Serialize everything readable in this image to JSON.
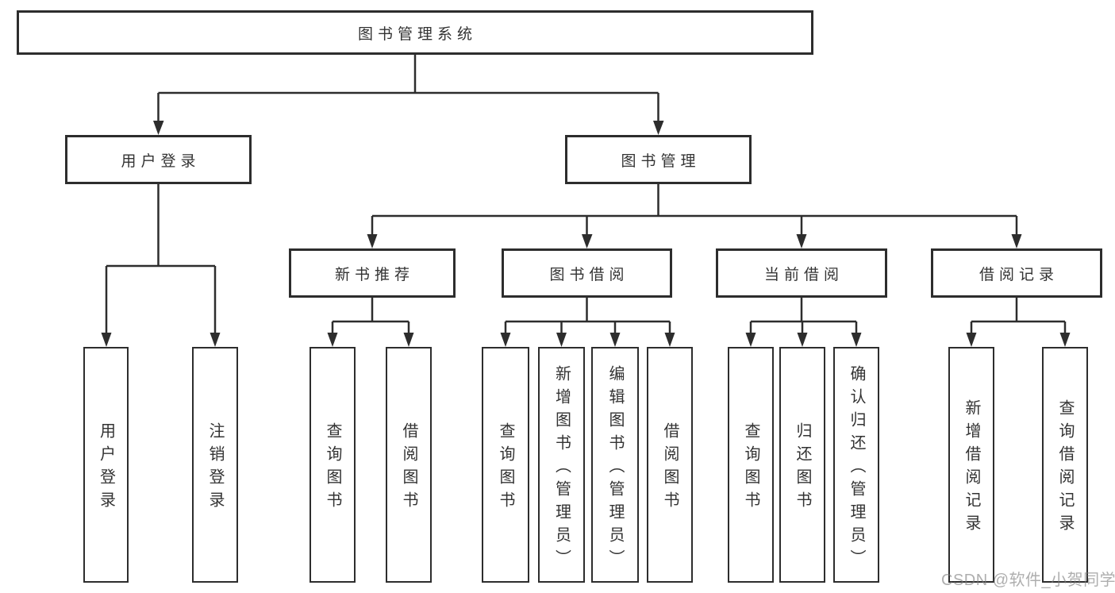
{
  "diagram": {
    "title": "图书管理系统",
    "level2": [
      {
        "label": "用户登录"
      },
      {
        "label": "图书管理"
      }
    ],
    "level3": [
      {
        "label": "新书推荐"
      },
      {
        "label": "图书借阅"
      },
      {
        "label": "当前借阅"
      },
      {
        "label": "借阅记录"
      }
    ],
    "leaves": [
      {
        "label": "用户登录"
      },
      {
        "label": "注销登录"
      },
      {
        "label": "查询图书"
      },
      {
        "label": "借阅图书"
      },
      {
        "label": "查询图书"
      },
      {
        "label": "新增图书（管理员）"
      },
      {
        "label": "编辑图书（管理员）"
      },
      {
        "label": "借阅图书"
      },
      {
        "label": "查询图书"
      },
      {
        "label": "归还图书"
      },
      {
        "label": "确认归还（管理员）"
      },
      {
        "label": "新增借阅记录"
      },
      {
        "label": "查询借阅记录"
      }
    ],
    "colors": {
      "line": "#2d2d2d",
      "text": "#333333",
      "box_background": "#ffffff",
      "watermark": "#8c8c8c"
    }
  },
  "watermark": {
    "text": "CSDN @软件_小贺同学"
  }
}
